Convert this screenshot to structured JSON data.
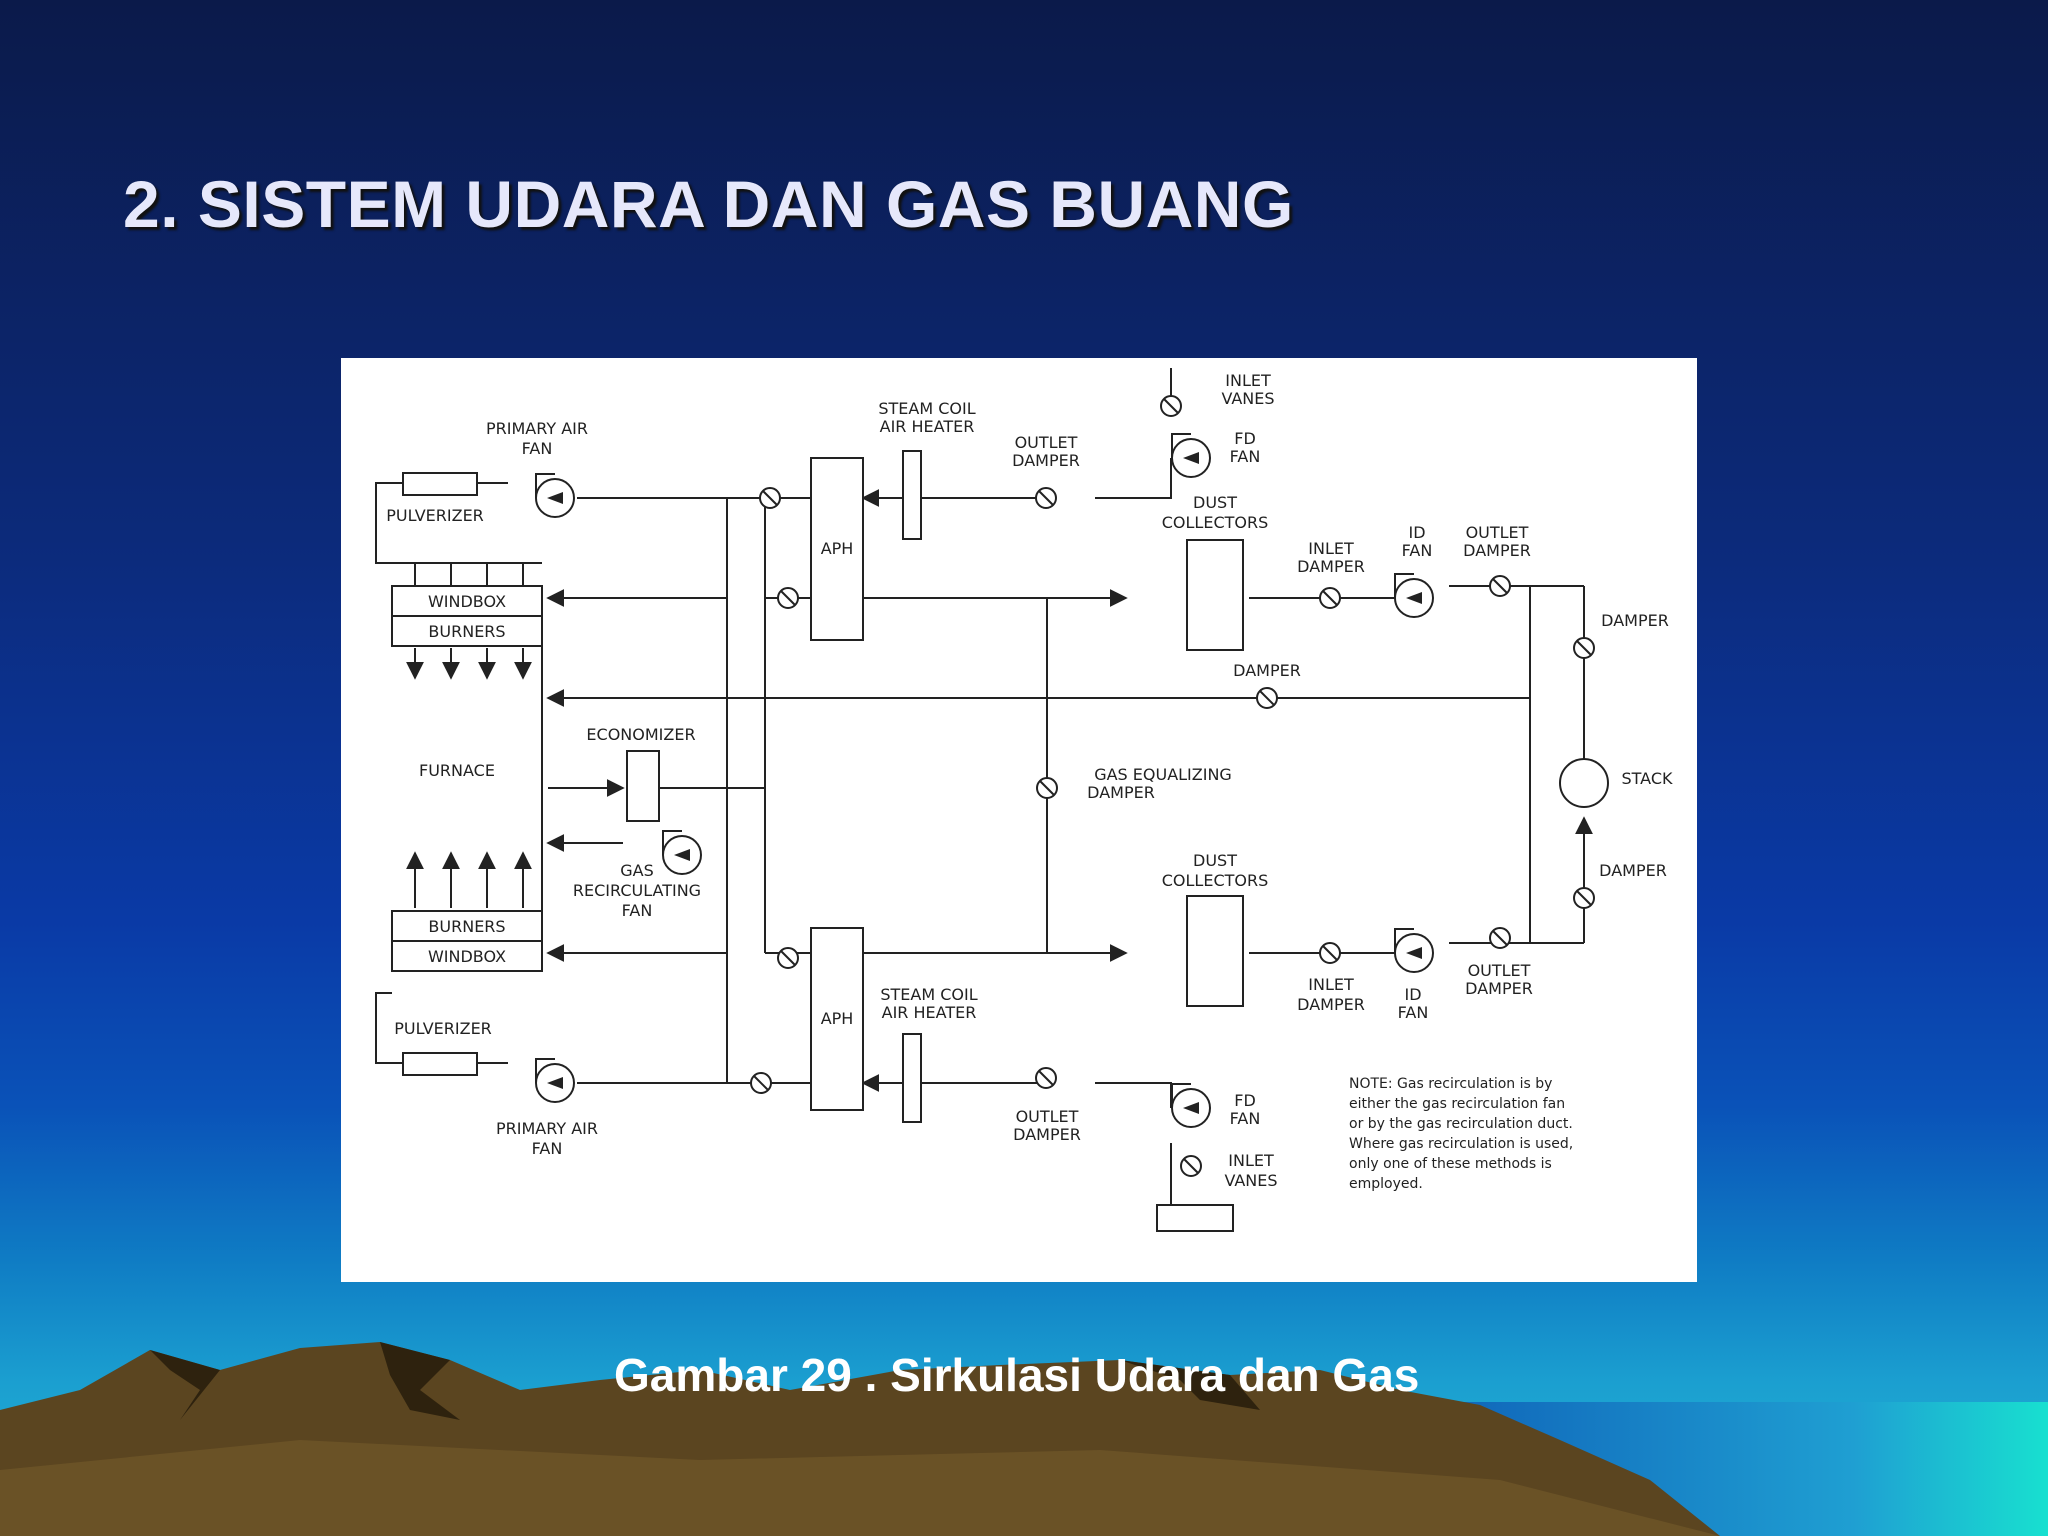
{
  "slide": {
    "title": "2.  SISTEM UDARA DAN GAS BUANG",
    "caption": "Gambar 29 .   Sirkulasi Udara dan Gas"
  },
  "diagram": {
    "labels": {
      "inlet_vanes_top": [
        "INLET",
        "VANES"
      ],
      "steam_coil_top": [
        "STEAM COIL",
        "AIR HEATER"
      ],
      "primary_air_fan_top": [
        "PRIMARY AIR",
        "FAN"
      ],
      "outlet_damper_top": [
        "OUTLET",
        "DAMPER"
      ],
      "fd_fan_top": [
        "FD",
        "FAN"
      ],
      "pulverizer_top": "PULVERIZER",
      "aph_top": "APH",
      "dust_collectors_top": [
        "DUST",
        "COLLECTORS"
      ],
      "inlet_damper_top": [
        "INLET",
        "DAMPER"
      ],
      "id_fan_top": [
        "ID",
        "FAN"
      ],
      "outlet_damper_right_top": [
        "OUTLET",
        "DAMPER"
      ],
      "windbox_top": "WINDBOX",
      "burners_top": "BURNERS",
      "damper_right_top": "DAMPER",
      "damper_mid": "DAMPER",
      "economizer": "ECONOMIZER",
      "furnace": "FURNACE",
      "gas_equalizing_damper": [
        "GAS EQUALIZING",
        "DAMPER"
      ],
      "stack": "STACK",
      "gas_recirculating_fan": [
        "GAS",
        "RECIRCULATING",
        "FAN"
      ],
      "dust_collectors_bottom": [
        "DUST",
        "COLLECTORS"
      ],
      "damper_right_bottom": "DAMPER",
      "burners_bottom": "BURNERS",
      "windbox_bottom": "WINDBOX",
      "steam_coil_bottom": [
        "STEAM COIL",
        "AIR HEATER"
      ],
      "aph_bottom": "APH",
      "inlet_damper_bottom": [
        "INLET",
        "DAMPER"
      ],
      "id_fan_bottom": [
        "ID",
        "FAN"
      ],
      "outlet_damper_right_bottom": [
        "OUTLET",
        "DAMPER"
      ],
      "pulverizer_bottom": "PULVERIZER",
      "outlet_damper_bottom": [
        "OUTLET",
        "DAMPER"
      ],
      "fd_fan_bottom": [
        "FD",
        "FAN"
      ],
      "primary_air_fan_bottom": [
        "PRIMARY AIR",
        "FAN"
      ],
      "inlet_vanes_bottom": [
        "INLET",
        "VANES"
      ]
    },
    "note": [
      "NOTE:  Gas recirculation is by",
      "either the gas recirculation fan",
      "or by the gas recirculation duct.",
      "Where gas recirculation is used,",
      "only one of these methods is",
      "employed."
    ]
  }
}
